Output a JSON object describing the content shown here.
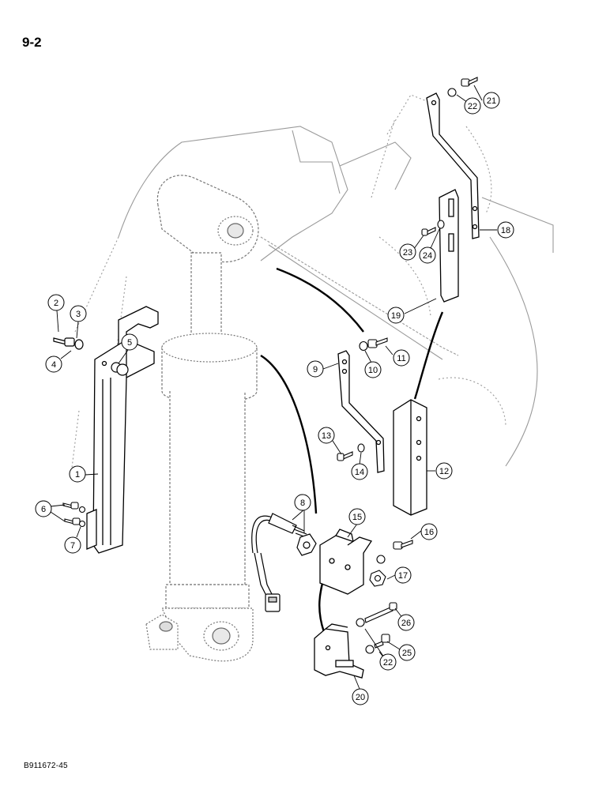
{
  "page_number": "9-2",
  "figure_code": "B911672-45",
  "callouts": [
    {
      "id": 1,
      "label": "1"
    },
    {
      "id": 2,
      "label": "2"
    },
    {
      "id": 3,
      "label": "3"
    },
    {
      "id": 4,
      "label": "4"
    },
    {
      "id": 5,
      "label": "5"
    },
    {
      "id": 6,
      "label": "6"
    },
    {
      "id": 7,
      "label": "7"
    },
    {
      "id": 8,
      "label": "8"
    },
    {
      "id": 9,
      "label": "9"
    },
    {
      "id": 10,
      "label": "10"
    },
    {
      "id": 11,
      "label": "11"
    },
    {
      "id": 12,
      "label": "12"
    },
    {
      "id": 13,
      "label": "13"
    },
    {
      "id": 14,
      "label": "14"
    },
    {
      "id": 15,
      "label": "15"
    },
    {
      "id": 16,
      "label": "16"
    },
    {
      "id": 17,
      "label": "17"
    },
    {
      "id": 18,
      "label": "18"
    },
    {
      "id": 19,
      "label": "19"
    },
    {
      "id": 20,
      "label": "20"
    },
    {
      "id": 21,
      "label": "21"
    },
    {
      "id": 22,
      "label": "22"
    },
    {
      "id": 23,
      "label": "23"
    },
    {
      "id": 24,
      "label": "24"
    },
    {
      "id": 25,
      "label": "25"
    },
    {
      "id": 26,
      "label": "26"
    }
  ]
}
